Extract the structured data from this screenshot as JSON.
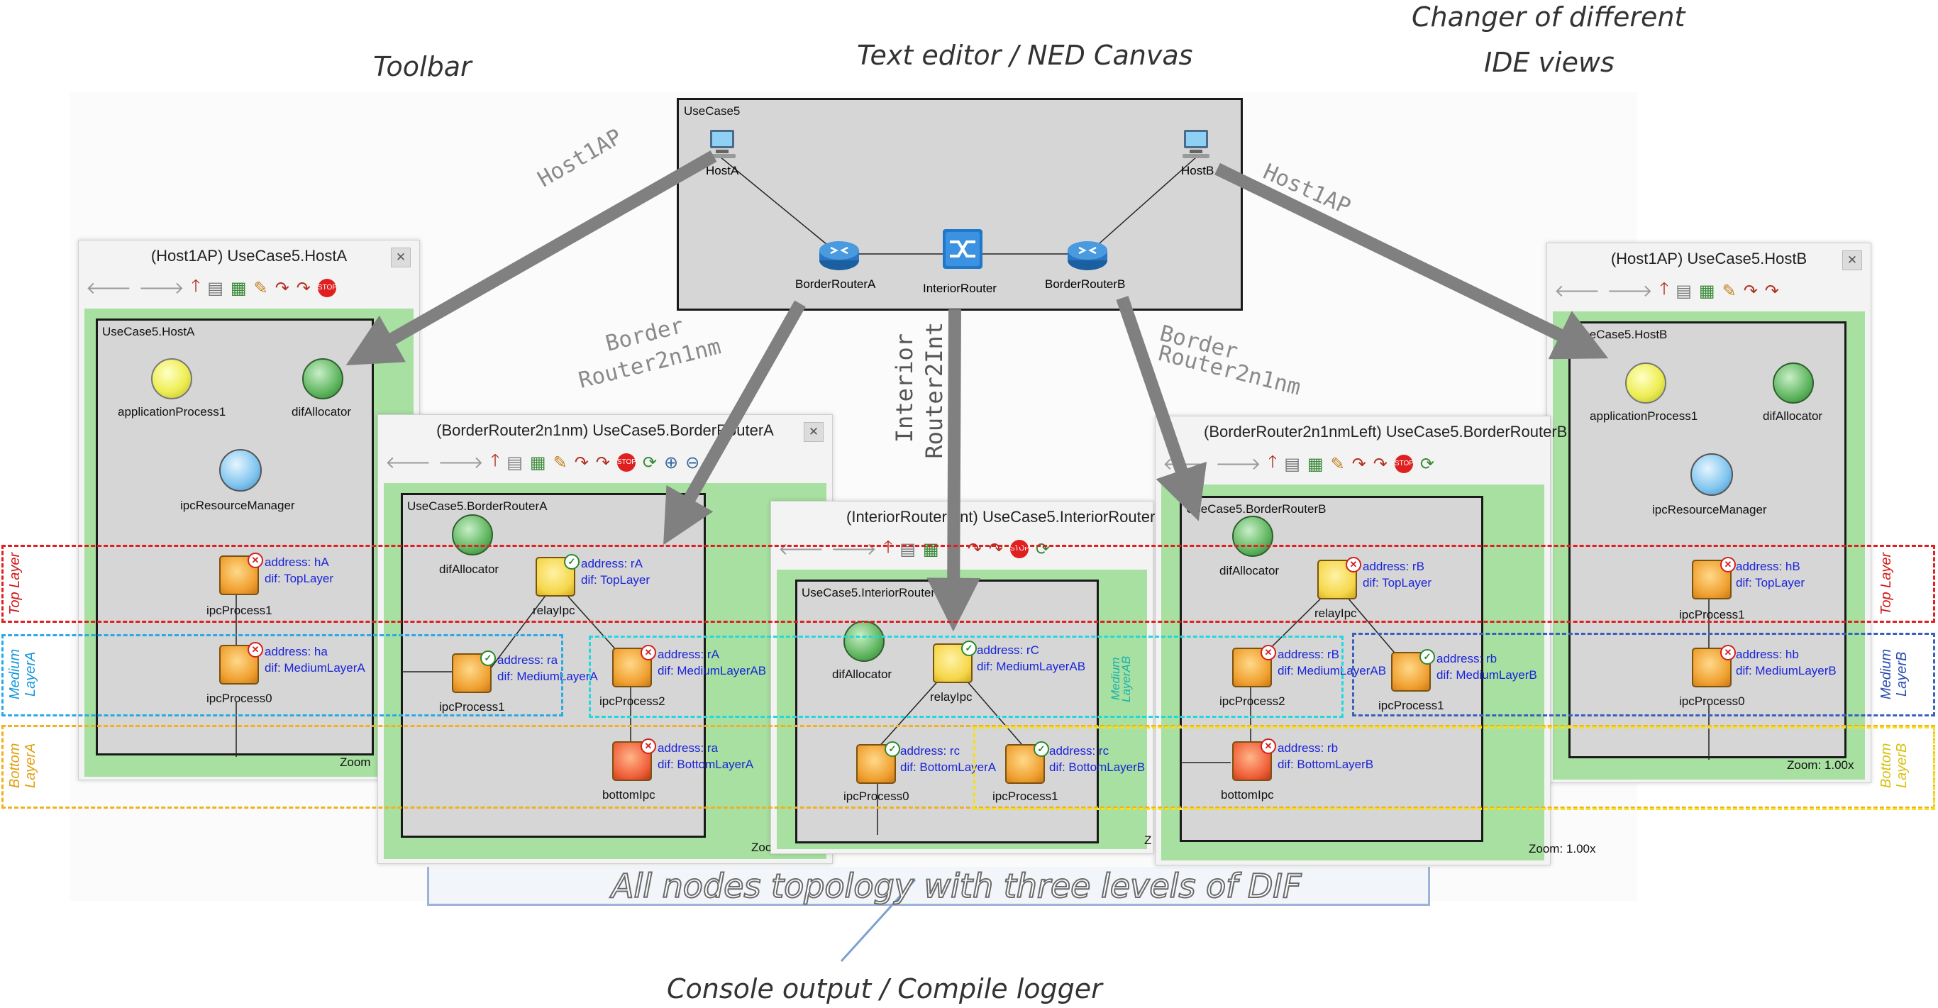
{
  "callouts": {
    "toolbar": "Toolbar",
    "editor": "Text editor / NED Canvas",
    "changer_line1": "Changer of different",
    "changer_line2": "IDE views",
    "caption": "All nodes topology with three levels of DIF",
    "console": "Console output / Compile logger"
  },
  "arrow_labels": {
    "host_left": "Host1AP",
    "host_right": "Host1AP",
    "border_left_1": "Border",
    "border_left_2": "Router2n1nm",
    "interior_1": "Interior",
    "interior_2": "Router2Int",
    "border_right_1": "Border",
    "border_right_2": "Router2n1nm"
  },
  "ned": {
    "name": "UseCase5",
    "hostA": "HostA",
    "hostB": "HostB",
    "borderA": "BorderRouterA",
    "interior": "InteriorRouter",
    "borderB": "BorderRouterB"
  },
  "hostA": {
    "title": "(Host1AP) UseCase5.HostA",
    "net": "UseCase5.HostA",
    "app": "applicationProcess1",
    "dif": "difAllocator",
    "ipcrm": "ipcResourceManager",
    "p1": "ipcProcess1",
    "p1_addr": "address: hA",
    "p1_dif": "dif: TopLayer",
    "p0": "ipcProcess0",
    "p0_addr": "address: ha",
    "p0_dif": "dif: MediumLayerA",
    "zoom": "Zoom"
  },
  "hostB": {
    "title": "(Host1AP) UseCase5.HostB",
    "net": "UseCase5.HostB",
    "app": "applicationProcess1",
    "dif": "difAllocator",
    "ipcrm": "ipcResourceManager",
    "p1": "ipcProcess1",
    "p1_addr": "address: hB",
    "p1_dif": "dif: TopLayer",
    "p0": "ipcProcess0",
    "p0_addr": "address: hb",
    "p0_dif": "dif: MediumLayerB",
    "zoom": "Zoom: 1.00x"
  },
  "borderA": {
    "title": "(BorderRouter2n1nm) UseCase5.BorderRouterA",
    "net": "UseCase5.BorderRouterA",
    "dif": "difAllocator",
    "relay": "relayIpc",
    "relay_addr": "address: rA",
    "relay_dif": "dif: TopLayer",
    "p1": "ipcProcess1",
    "p1_addr": "address: ra",
    "p1_dif": "dif: MediumLayerA",
    "p2": "ipcProcess2",
    "p2_addr": "address: rA",
    "p2_dif": "dif: MediumLayerAB",
    "bottom": "bottomIpc",
    "bottom_addr": "address: ra",
    "bottom_dif": "dif: BottomLayerA",
    "zoom": "Zoc"
  },
  "interior": {
    "title": "(InteriorRouter2Int) UseCase5.InteriorRouter",
    "net": "UseCase5.InteriorRouter",
    "dif": "difAllocator",
    "relay": "relayIpc",
    "relay_addr": "address: rC",
    "relay_dif": "dif: MediumLayerAB",
    "p0": "ipcProcess0",
    "p0_addr": "address: rc",
    "p0_dif": "dif: BottomLayerA",
    "p1": "ipcProcess1",
    "p1_addr": "address: rc",
    "p1_dif": "dif: BottomLayerB",
    "zoom": "Z",
    "side_label": "Medium LayerAB"
  },
  "borderB": {
    "title": "(BorderRouter2n1nmLeft) UseCase5.BorderRouterB",
    "net": "UseCase5.BorderRouterB",
    "dif": "difAllocator",
    "relay": "relayIpc",
    "relay_addr": "address: rB",
    "relay_dif": "dif: TopLayer",
    "p2": "ipcProcess2",
    "p2_addr": "address: rB",
    "p2_dif": "dif: MediumLayerAB",
    "p1": "ipcProcess1",
    "p1_addr": "address: rb",
    "p1_dif": "dif: MediumLayerB",
    "bottom": "bottomIpc",
    "bottom_addr": "address: rb",
    "bottom_dif": "dif: BottomLayerB",
    "zoom": "Zoom: 1.00x"
  },
  "layers": {
    "top_left": "Top Layer",
    "top_right": "Top Layer",
    "mediumA": "Medium LayerA",
    "mediumB": "Medium LayerB",
    "bottom_left": "Bottom LayerA",
    "bottom_right": "Bottom LayerB"
  },
  "colors": {
    "top_layer": "#e02020",
    "medium_a": "#2aa9e8",
    "medium_ab": "#22d8e0",
    "medium_b": "#3a5fc0",
    "bottom_a": "#f0b020",
    "bottom_b": "#f5e020",
    "arrow": "#808080"
  }
}
